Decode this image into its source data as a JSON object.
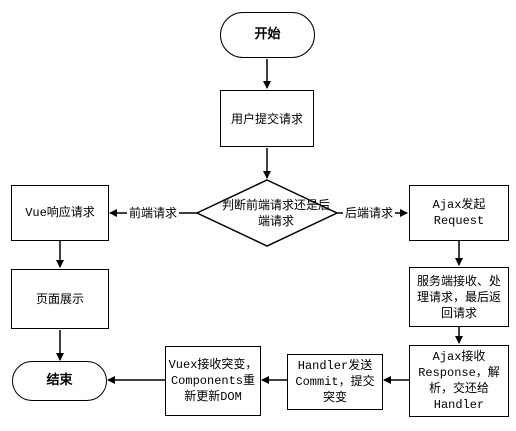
{
  "nodes": {
    "start": "开始",
    "submit_request": "用户提交请求",
    "decision": "判断前端请求还是后端请求",
    "vue_response": "Vue响应请求",
    "page_display": "页面展示",
    "end": "结束",
    "ajax_request": "Ajax发起Request",
    "server_receive": "服务端接收、处理请求，最后返回请求",
    "ajax_receive": "Ajax接收Response，解析，交还给Handler",
    "handler_commit": "Handler发送Commit，提交突变",
    "vuex_update": "Vuex接收突变，Components重新更新DOM"
  },
  "edges": {
    "frontend_label": "前端请求",
    "backend_label": "后端请求"
  }
}
